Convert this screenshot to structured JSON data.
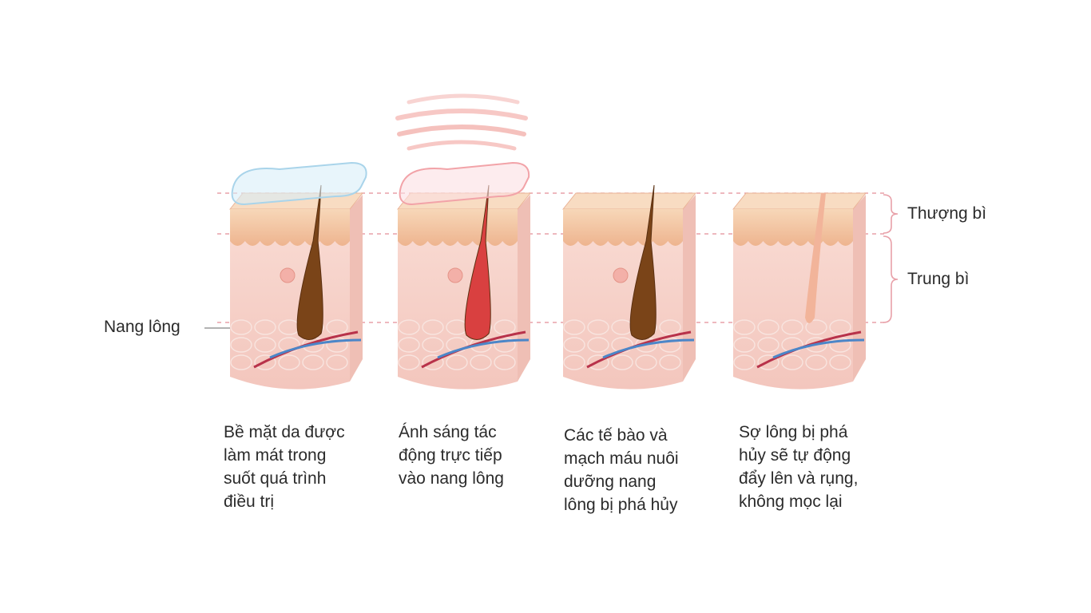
{
  "labels": {
    "epidermis": "Thượng bì",
    "dermis": "Trung bì",
    "hair_follicle": "Nang lông"
  },
  "panels": [
    {
      "id": "cooling",
      "caption": [
        "Bề mặt da được",
        "làm mát trong",
        "suốt quá trình",
        "điều trị"
      ]
    },
    {
      "id": "light",
      "caption": [
        "Ánh sáng tác",
        "động trực tiếp",
        "vào nang lông"
      ]
    },
    {
      "id": "destroy",
      "caption": [
        "Các tế bào và",
        "mạch máu nuôi",
        "dưỡng nang",
        "lông bị phá hủy"
      ]
    },
    {
      "id": "shed",
      "caption": [
        "Sợ lông bị phá",
        "hủy sẽ tự động",
        "đẩy lên và rụng,",
        "không mọc lại"
      ]
    }
  ],
  "colors": {
    "epidermis": "#f4c9a6",
    "dermis": "#f6d3cc",
    "dermis_side": "#efbfb5",
    "guide_line": "#e8a0a8",
    "cool_device": "#a9d4ea",
    "heat_device": "#f2a3a8",
    "hair_brown": "#7a4418",
    "hair_red": "#d94040",
    "vein_blue": "#4b86c8",
    "artery_red": "#b8324a"
  }
}
